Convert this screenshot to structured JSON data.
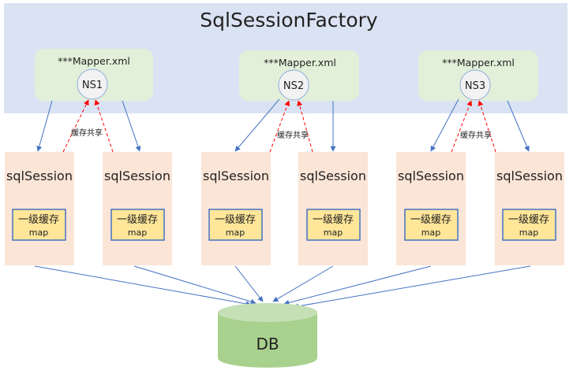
{
  "factory": {
    "title": "SqlSessionFactory"
  },
  "groups": [
    {
      "mapper": "***Mapper.xml",
      "ns": "NS1",
      "share": "缓存共享"
    },
    {
      "mapper": "***Mapper.xml",
      "ns": "NS2",
      "share": "缓存共享"
    },
    {
      "mapper": "***Mapper.xml",
      "ns": "NS3",
      "share": "缓存共享"
    }
  ],
  "sessions": [
    {
      "label": "sqlSession",
      "cache_title": "一级缓存",
      "cache_sub": "map"
    },
    {
      "label": "sqlSession",
      "cache_title": "一级缓存",
      "cache_sub": "map"
    },
    {
      "label": "sqlSession",
      "cache_title": "一级缓存",
      "cache_sub": "map"
    },
    {
      "label": "sqlSession",
      "cache_title": "一级缓存",
      "cache_sub": "map"
    },
    {
      "label": "sqlSession",
      "cache_title": "一级缓存",
      "cache_sub": "map"
    },
    {
      "label": "sqlSession",
      "cache_title": "一级缓存",
      "cache_sub": "map"
    }
  ],
  "db": {
    "label": "DB"
  },
  "colors": {
    "factory_bg": "#dae3f3",
    "mapper_bg": "#e2f0d9",
    "ns_bg": "#f2f2f2",
    "session_bg": "#fbe5d6",
    "cache_bg": "#ffe699",
    "cache_border": "#4472c4",
    "db_body": "#a9d18e",
    "db_top": "#c5e0b4",
    "arrow_blue": "#4472c4",
    "arrow_red": "#ff0000"
  }
}
